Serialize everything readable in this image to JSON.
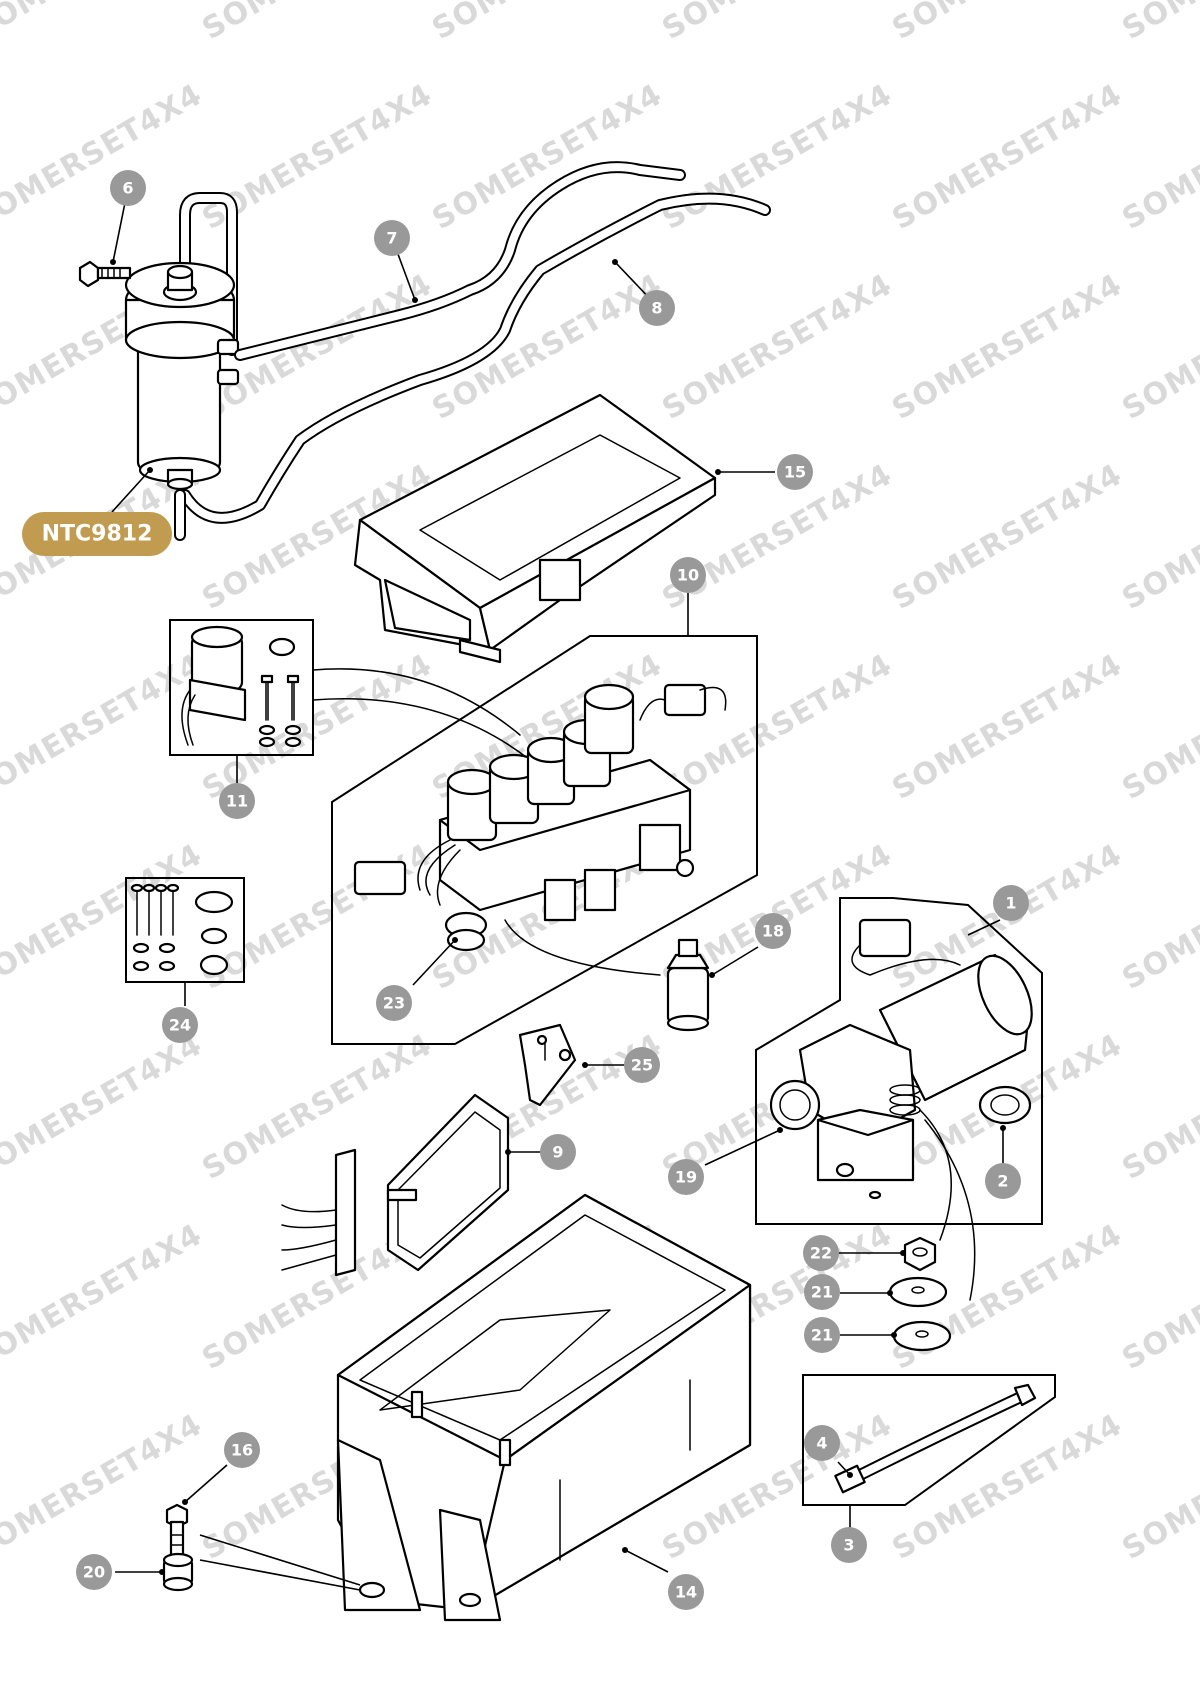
{
  "watermark_text": "SOMERSET4X4",
  "part_number_badge": {
    "label": "NTC9812",
    "color": "#c19b4f"
  },
  "callout_color": "#999999",
  "callouts": [
    "6",
    "7",
    "8",
    "15",
    "10",
    "11",
    "24",
    "23",
    "18",
    "1",
    "25",
    "9",
    "19",
    "2",
    "22",
    "21",
    "21",
    "4",
    "3",
    "16",
    "20",
    "14"
  ]
}
